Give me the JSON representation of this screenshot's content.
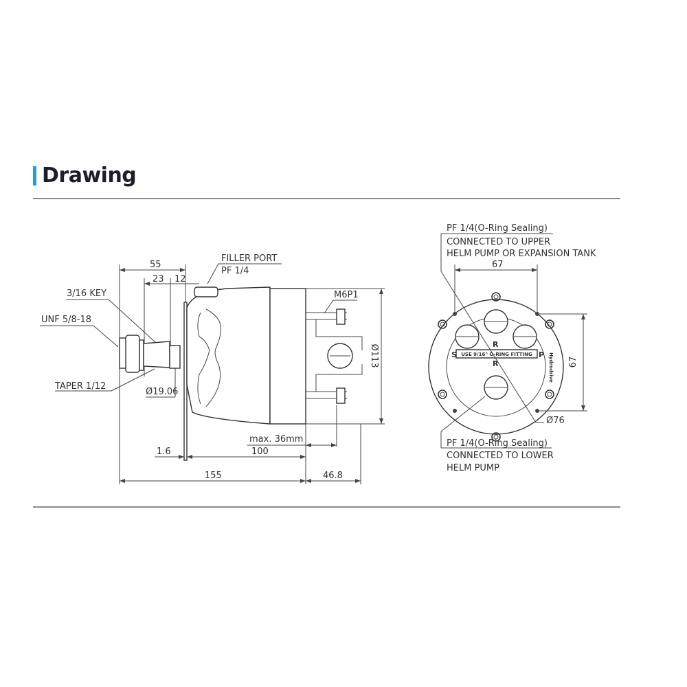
{
  "section": {
    "title": "Drawing",
    "accent_color": "#2f9ad0"
  },
  "side_view": {
    "dim_55": "55",
    "dim_23": "23",
    "dim_12": "12",
    "filler_port_line1": "FILLER PORT",
    "filler_port_line2": "PF 1/4",
    "key": "3/16 KEY",
    "unf": "UNF 5/8-18",
    "taper": "TAPER 1/12",
    "dia_19": "Ø19.06",
    "m6p1": "M6P1",
    "dia_113": "Ø113",
    "max36": "max. 36mm",
    "dim_1_6": "1.6",
    "dim_100": "100",
    "dim_155": "155",
    "dim_46_8": "46.8"
  },
  "front_view": {
    "upper_line1": "PF 1/4(O-Ring Sealing)",
    "upper_line2": "CONNECTED TO UPPER",
    "upper_line3": "HELM PUMP OR EXPANSION TANK",
    "dim_67_h": "67",
    "dim_67_v": "67",
    "dia_76": "Ø76",
    "lower_line1": "PF 1/4(O-Ring Sealing)",
    "lower_line2": "CONNECTED TO LOWER",
    "lower_line3": "HELM PUMP",
    "plate_text": "USE 9/16\" O-RING FITTING",
    "port_s": "S",
    "port_p": "P",
    "port_r_top": "R",
    "port_r_bottom": "R",
    "brand": "Hydrodrive"
  }
}
